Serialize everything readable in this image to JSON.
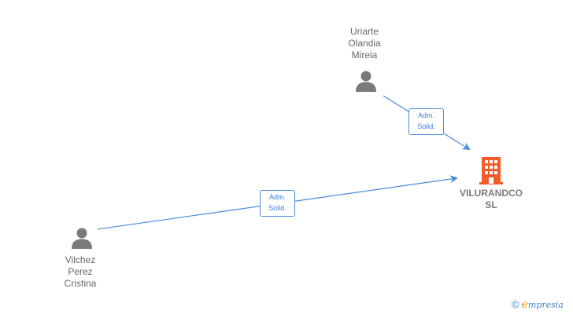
{
  "colors": {
    "edge": "#4a8ad8",
    "person_icon": "#7a7a7a",
    "company_icon": "#f25c2a",
    "brand_e": "#f29100"
  },
  "nodes": {
    "uriarte": {
      "kind": "person",
      "icon": "person-icon",
      "name_lines": [
        "Uriarte",
        "Olandia",
        "Mireia"
      ]
    },
    "vilchez": {
      "kind": "person",
      "icon": "person-icon",
      "name_lines": [
        "Vilchez",
        "Perez",
        "Cristina"
      ]
    },
    "vilurandco": {
      "kind": "company",
      "icon": "building-icon",
      "name_lines": [
        "VILURANDCO",
        "SL"
      ]
    }
  },
  "edges": [
    {
      "from": "uriarte",
      "to": "vilurandco",
      "label_lines": [
        "Adm.",
        "Solid."
      ]
    },
    {
      "from": "vilchez",
      "to": "vilurandco",
      "label_lines": [
        "Adm.",
        "Solid."
      ]
    }
  ],
  "footer": {
    "copyright_symbol": "©",
    "brand_initial": "e",
    "brand_rest": "mpresia"
  }
}
